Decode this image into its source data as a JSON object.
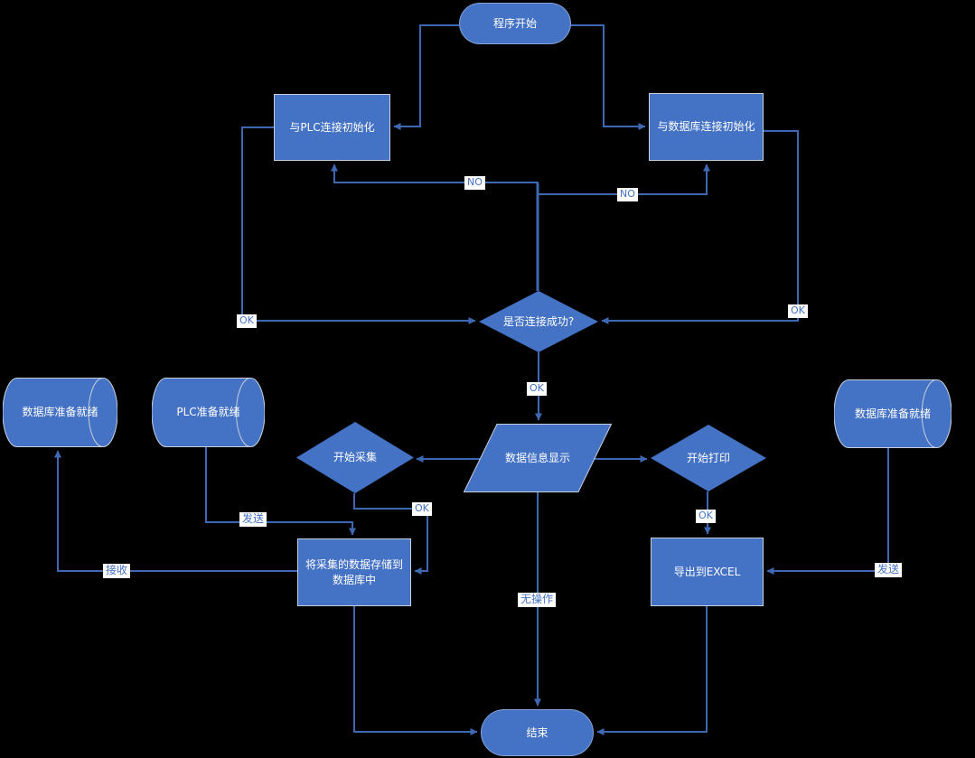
{
  "nodes": {
    "start": "程序开始",
    "plc_init": "与PLC连接初始化",
    "db_init": "与数据库连接初始化",
    "connect_check": "是否连接成功?",
    "display": "数据信息显示",
    "collect": "开始采集",
    "print": "开始打印",
    "db_ready_left": "数据库准备就绪",
    "plc_ready": "PLC准备就绪",
    "store": "将采集的数据存储到数据库中",
    "export_excel": "导出到EXCEL",
    "db_ready_right": "数据库准备就绪",
    "end": "结束"
  },
  "edge_labels": {
    "no_left": "NO",
    "no_right": "NO",
    "ok_left": "OK",
    "ok_right": "OK",
    "ok_center": "OK",
    "ok_collect": "OK",
    "ok_print": "OK",
    "send_left": "发送",
    "receive": "接收",
    "send_right": "发送",
    "no_op": "无操作"
  },
  "colors": {
    "background": "#000000",
    "shape_fill": "#4472C4",
    "shape_border": "#C8CFDB",
    "connector": "#3E68B2",
    "label_text": "#4472C4",
    "node_text": "#FFFFFF"
  }
}
